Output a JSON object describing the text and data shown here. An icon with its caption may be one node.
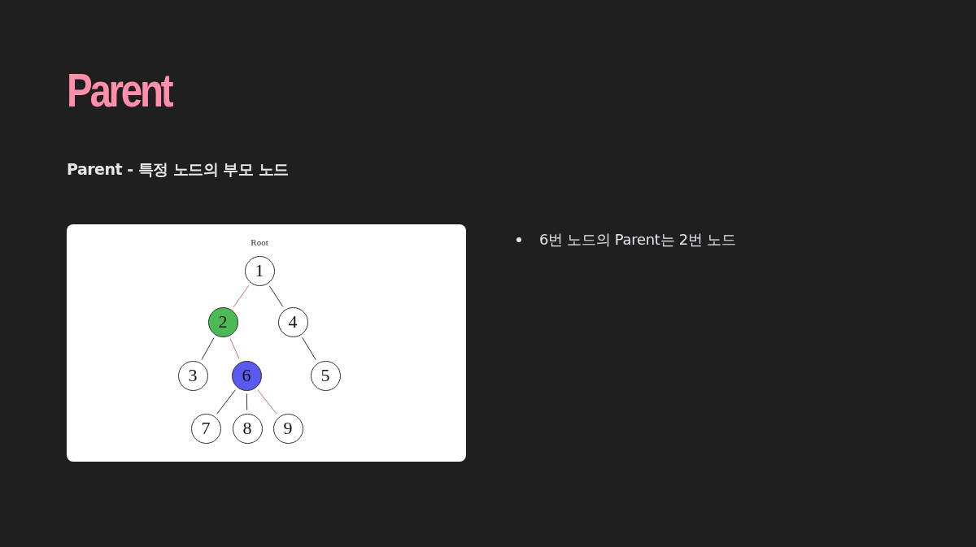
{
  "diagram": {
    "title": "Parent",
    "nodes": [
      {
        "text": [
          "1"
        ]
      },
      {
        "text": [
          "2"
        ]
      },
      {
        "text": [
          "4"
        ]
      },
      {
        "text": [
          "3"
        ]
      },
      {
        "text": [
          "6"
        ]
      },
      {
        "text": [
          "5"
        ]
      },
      {
        "text": [
          "7"
        ]
      },
      {
        "text": [
          "8"
        ]
      },
      {
        "text": [
          "9"
        ]
      }
    ],
    "edges": [
      {
        "from": 0,
        "to": 1,
        "arrow": "none",
        "color": "#c9727f"
      },
      {
        "from": 0,
        "to": 2,
        "arrow": "none"
      },
      {
        "from": 1,
        "to": 3,
        "arrow": "none"
      },
      {
        "from": 1,
        "to": 4,
        "arrow": "none",
        "color": "#c9727f"
      },
      {
        "from": 2,
        "to": 5,
        "arrow": "none"
      },
      {
        "from": 4,
        "to": 6,
        "arrow": "none"
      },
      {
        "from": 4,
        "to": 7,
        "arrow": "none"
      },
      {
        "from": 4,
        "to": 8,
        "arrow": "none",
        "color": "#c9727f"
      }
    ],
    "labels": [
      "Parent - 특정 노드의 부모 노드",
      "Root",
      "6번 노드의 Parent는 2번 노드"
    ]
  }
}
